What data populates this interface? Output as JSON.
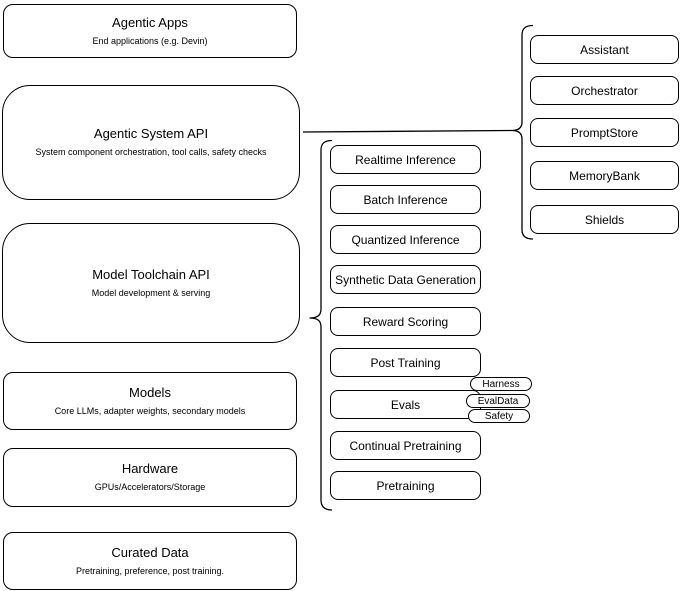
{
  "diagram": {
    "left_column": [
      {
        "title": "Agentic Apps",
        "subtitle": "End applications (e.g. Devin)"
      },
      {
        "title": "Agentic System API",
        "subtitle": "System component orchestration, tool calls, safety checks"
      },
      {
        "title": "Model Toolchain API",
        "subtitle": "Model development & serving"
      },
      {
        "title": "Models",
        "subtitle": "Core LLMs, adapter weights, secondary models"
      },
      {
        "title": "Hardware",
        "subtitle": "GPUs/Accelerators/Storage"
      },
      {
        "title": "Curated Data",
        "subtitle": "Pretraining, preference, post training."
      }
    ],
    "middle_column": [
      "Realtime Inference",
      "Batch Inference",
      "Quantized Inference",
      "Synthetic Data Generation",
      "Reward Scoring",
      "Post Training",
      "Evals",
      "Continual Pretraining",
      "Pretraining"
    ],
    "eval_pills": [
      "Harness",
      "EvalData",
      "Safety"
    ],
    "right_column": [
      "Assistant",
      "Orchestrator",
      "PromptStore",
      "MemoryBank",
      "Shields"
    ],
    "colors": {
      "stroke": "#000000",
      "background": "#ffffff",
      "text": "#000000"
    }
  }
}
